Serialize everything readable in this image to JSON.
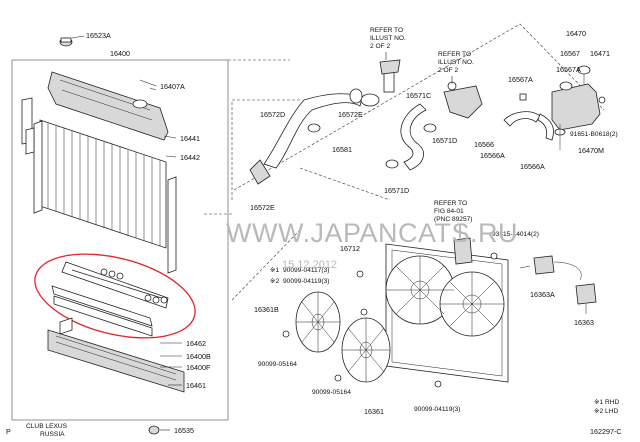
{
  "labels": {
    "p16523a": "16523A",
    "p16400": "16400",
    "p16407a": "16407A",
    "p16441": "16441",
    "p16442": "16442",
    "p16462": "16462",
    "p16400b": "16400B",
    "p16400f": "16400F",
    "p16461": "16461",
    "p16535": "16535",
    "p16572d": "16572D",
    "p16572e_top": "16572E",
    "p16581": "16581",
    "p16572e_mid": "16572E",
    "p16571c": "16571C",
    "p16571d_a": "16571D",
    "p16571d_b": "16571D",
    "p16470": "16470",
    "p16567": "16567",
    "p16471": "16471",
    "p16567a_a": "16567A",
    "p16567a_b": "16567A",
    "p16566": "16566",
    "p16566a_a": "16566A",
    "p16566a_b": "16566A",
    "p91651": "91651-B0618(2)",
    "p16470m": "16470M",
    "p93315": "93315-14014(2)",
    "p16712": "16712",
    "p90099_04117": "90099-04117(3)",
    "p90099_04119_top": "90099-04119(3)",
    "p16361b": "16361B",
    "p90099_05164_a": "90099-05164",
    "p90099_05164_b": "90099-05164",
    "p16361": "16361",
    "p90099_04119_bot": "90099-04119(3)",
    "p16363a": "16363A",
    "p16363": "16363"
  },
  "refer_notes": {
    "ref1_line1": "REFER TO",
    "ref1_line2": "ILLUST NO.",
    "ref1_line3": "2 OF 2",
    "ref2_line1": "REFER TO",
    "ref2_line2": "ILLUST NO.",
    "ref2_line3": "2 OF 2",
    "ref3_line1": "REFER TO",
    "ref3_line2": "FIG 84-01",
    "ref3_line3": "(PNC 89257)"
  },
  "marks": {
    "mark1": "※1",
    "mark2": "※2",
    "mark1_b": "※1",
    "mark2_b": "※2"
  },
  "legend": {
    "rhd": "※1 RHD",
    "lhd": "※2 LHD"
  },
  "footer": {
    "page_letter": "P",
    "figure_code": "162297-C",
    "club_logo": "CLUB LEXUS",
    "club_sub": "RUSSIA"
  },
  "watermark": {
    "site": "WWW.JAPANCATS.RU",
    "date": "15.12.2012"
  },
  "colors": {
    "ink": "#222222",
    "highlight": "#e8202a",
    "watermark": "#b9b9b9"
  }
}
